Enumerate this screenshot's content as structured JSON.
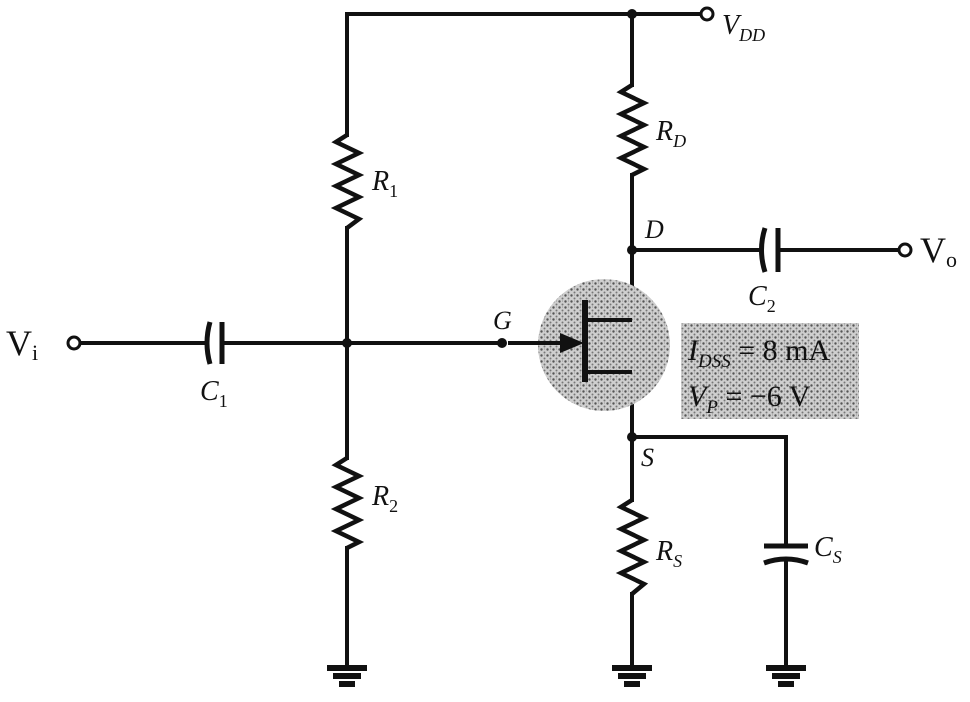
{
  "labels": {
    "vdd": "V",
    "vdd_sub": "DD",
    "r1": "R",
    "r1_sub": "1",
    "r2": "R",
    "r2_sub": "2",
    "rd": "R",
    "rd_sub": "D",
    "rs": "R",
    "rs_sub": "S",
    "c1": "C",
    "c1_sub": "1",
    "c2": "C",
    "c2_sub": "2",
    "cs": "C",
    "cs_sub": "S",
    "vi": "V",
    "vi_sub": "i",
    "vo": "V",
    "vo_sub": "o",
    "gate": "G",
    "drain": "D",
    "source": "S"
  },
  "params": {
    "idss_sym": "I",
    "idss_sub": "DSS",
    "idss_val": " = 8 mA",
    "vp_sym": "V",
    "vp_sub": "P",
    "vp_val": " = −6 V"
  }
}
